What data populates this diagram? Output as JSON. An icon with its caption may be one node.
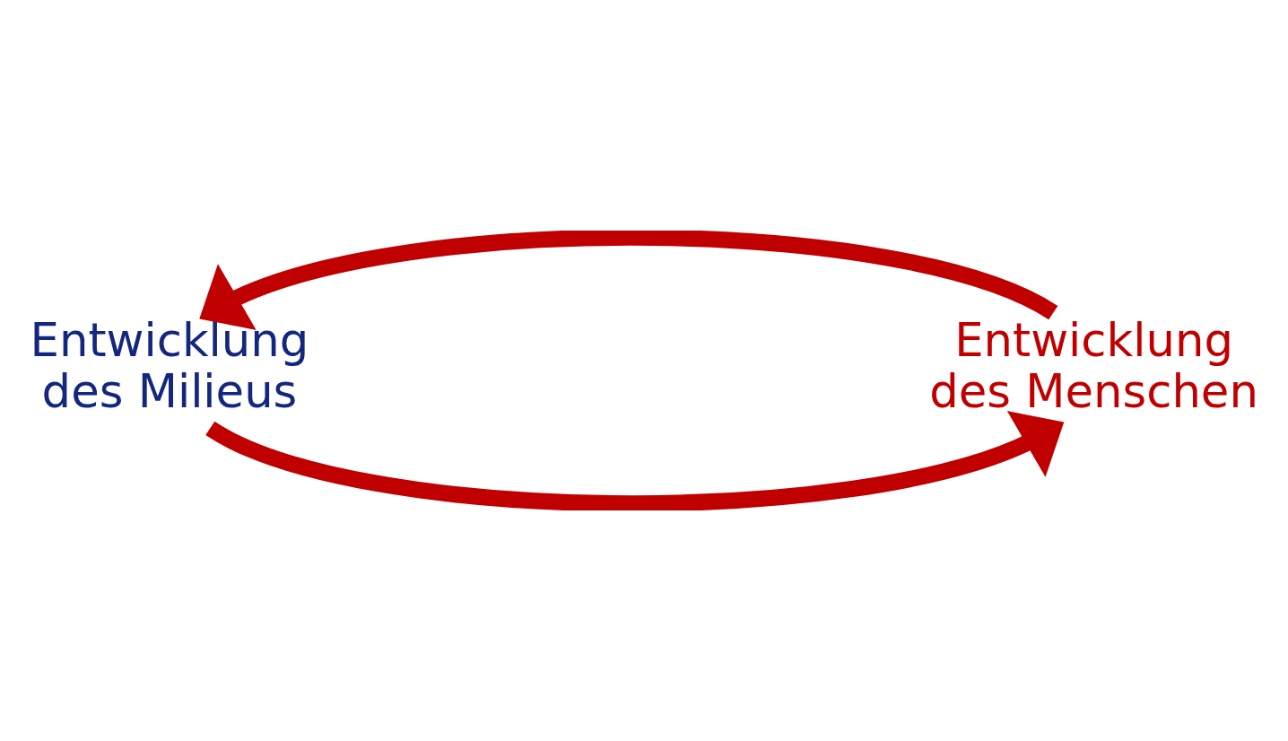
{
  "diagram": {
    "nodes": [
      {
        "text": [
          "Entwicklung des Milieus"
        ]
      },
      {
        "text": [
          "Entwicklung des Menschen"
        ]
      }
    ],
    "edges": [
      {
        "from": 1,
        "to": 0,
        "arrow": "to"
      },
      {
        "from": 0,
        "to": 1,
        "arrow": "to"
      }
    ]
  }
}
